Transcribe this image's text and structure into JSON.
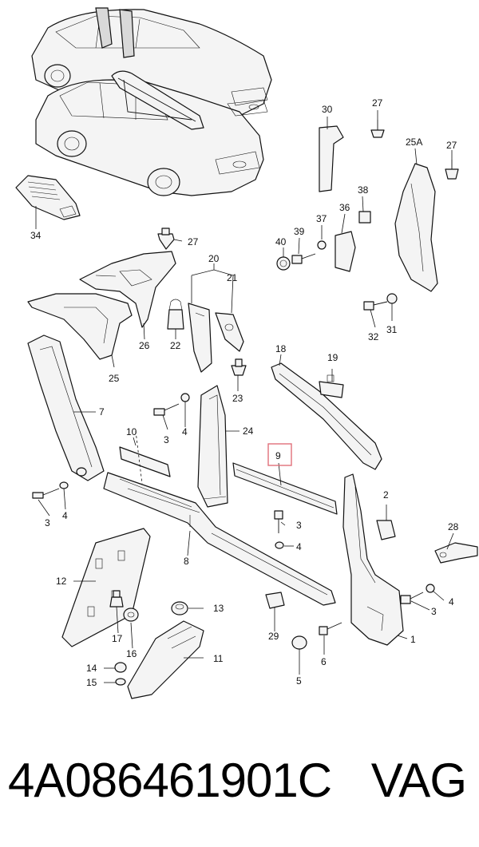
{
  "callouts": {
    "c1": "1",
    "c2": "2",
    "c3a": "3",
    "c3b": "3",
    "c3c": "3",
    "c3d": "3",
    "c4a": "4",
    "c4b": "4",
    "c4c": "4",
    "c4d": "4",
    "c5": "5",
    "c6": "6",
    "c7": "7",
    "c8": "8",
    "c9": "9",
    "c10": "10",
    "c11": "11",
    "c12": "12",
    "c13": "13",
    "c14": "14",
    "c15": "15",
    "c16": "16",
    "c17": "17",
    "c18": "18",
    "c19": "19",
    "c20": "20",
    "c21": "21",
    "c22": "22",
    "c23": "23",
    "c24": "24",
    "c25": "25",
    "c25a": "25A",
    "c26": "26",
    "c27a": "27",
    "c27b": "27",
    "c27c": "27",
    "c28": "28",
    "c29": "29",
    "c30": "30",
    "c31": "31",
    "c32": "32",
    "c34": "34",
    "c36": "36",
    "c37": "37",
    "c38": "38",
    "c39": "39",
    "c40": "40"
  },
  "highlighted_callout": "9",
  "highlight_color": "#e0707a",
  "footer": {
    "part_number": "4A086461901C",
    "brand": "VAG"
  }
}
